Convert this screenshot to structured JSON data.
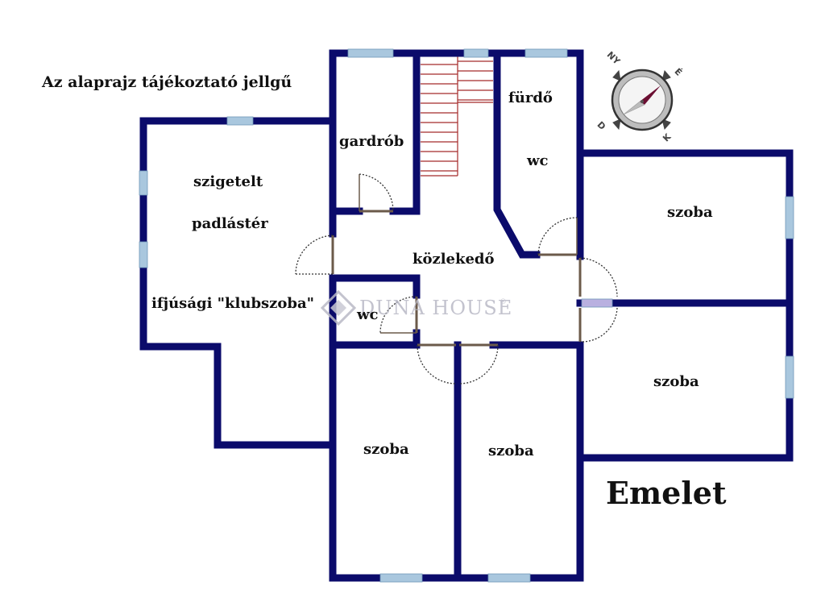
{
  "note": "Az alaprajz tájékoztató jellgű",
  "floor_title": "Emelet",
  "watermark": {
    "brand": "DUNA HOUSE",
    "mark": "®"
  },
  "compass": {
    "north": "NY",
    "east": "É",
    "south": "D",
    "west": "K"
  },
  "rooms": {
    "gardrob": "gardrób",
    "furdo": "fürdő",
    "furdo_wc": "wc",
    "szigetelt": "szigetelt",
    "padlaster": "padlástér",
    "klubszoba": "ifjúsági \"klubszoba\"",
    "kozlekedo": "közlekedő",
    "wc_small": "wc",
    "szoba_ne": "szoba",
    "szoba_se": "szoba",
    "szoba_sw": "szoba",
    "szoba_s": "szoba"
  },
  "colors": {
    "wall": "#0b0b6b",
    "window": "#a9c7de",
    "door": "#6b5a4a",
    "stair": "#a52a2a",
    "compass_needle": "#9b1b4a"
  }
}
